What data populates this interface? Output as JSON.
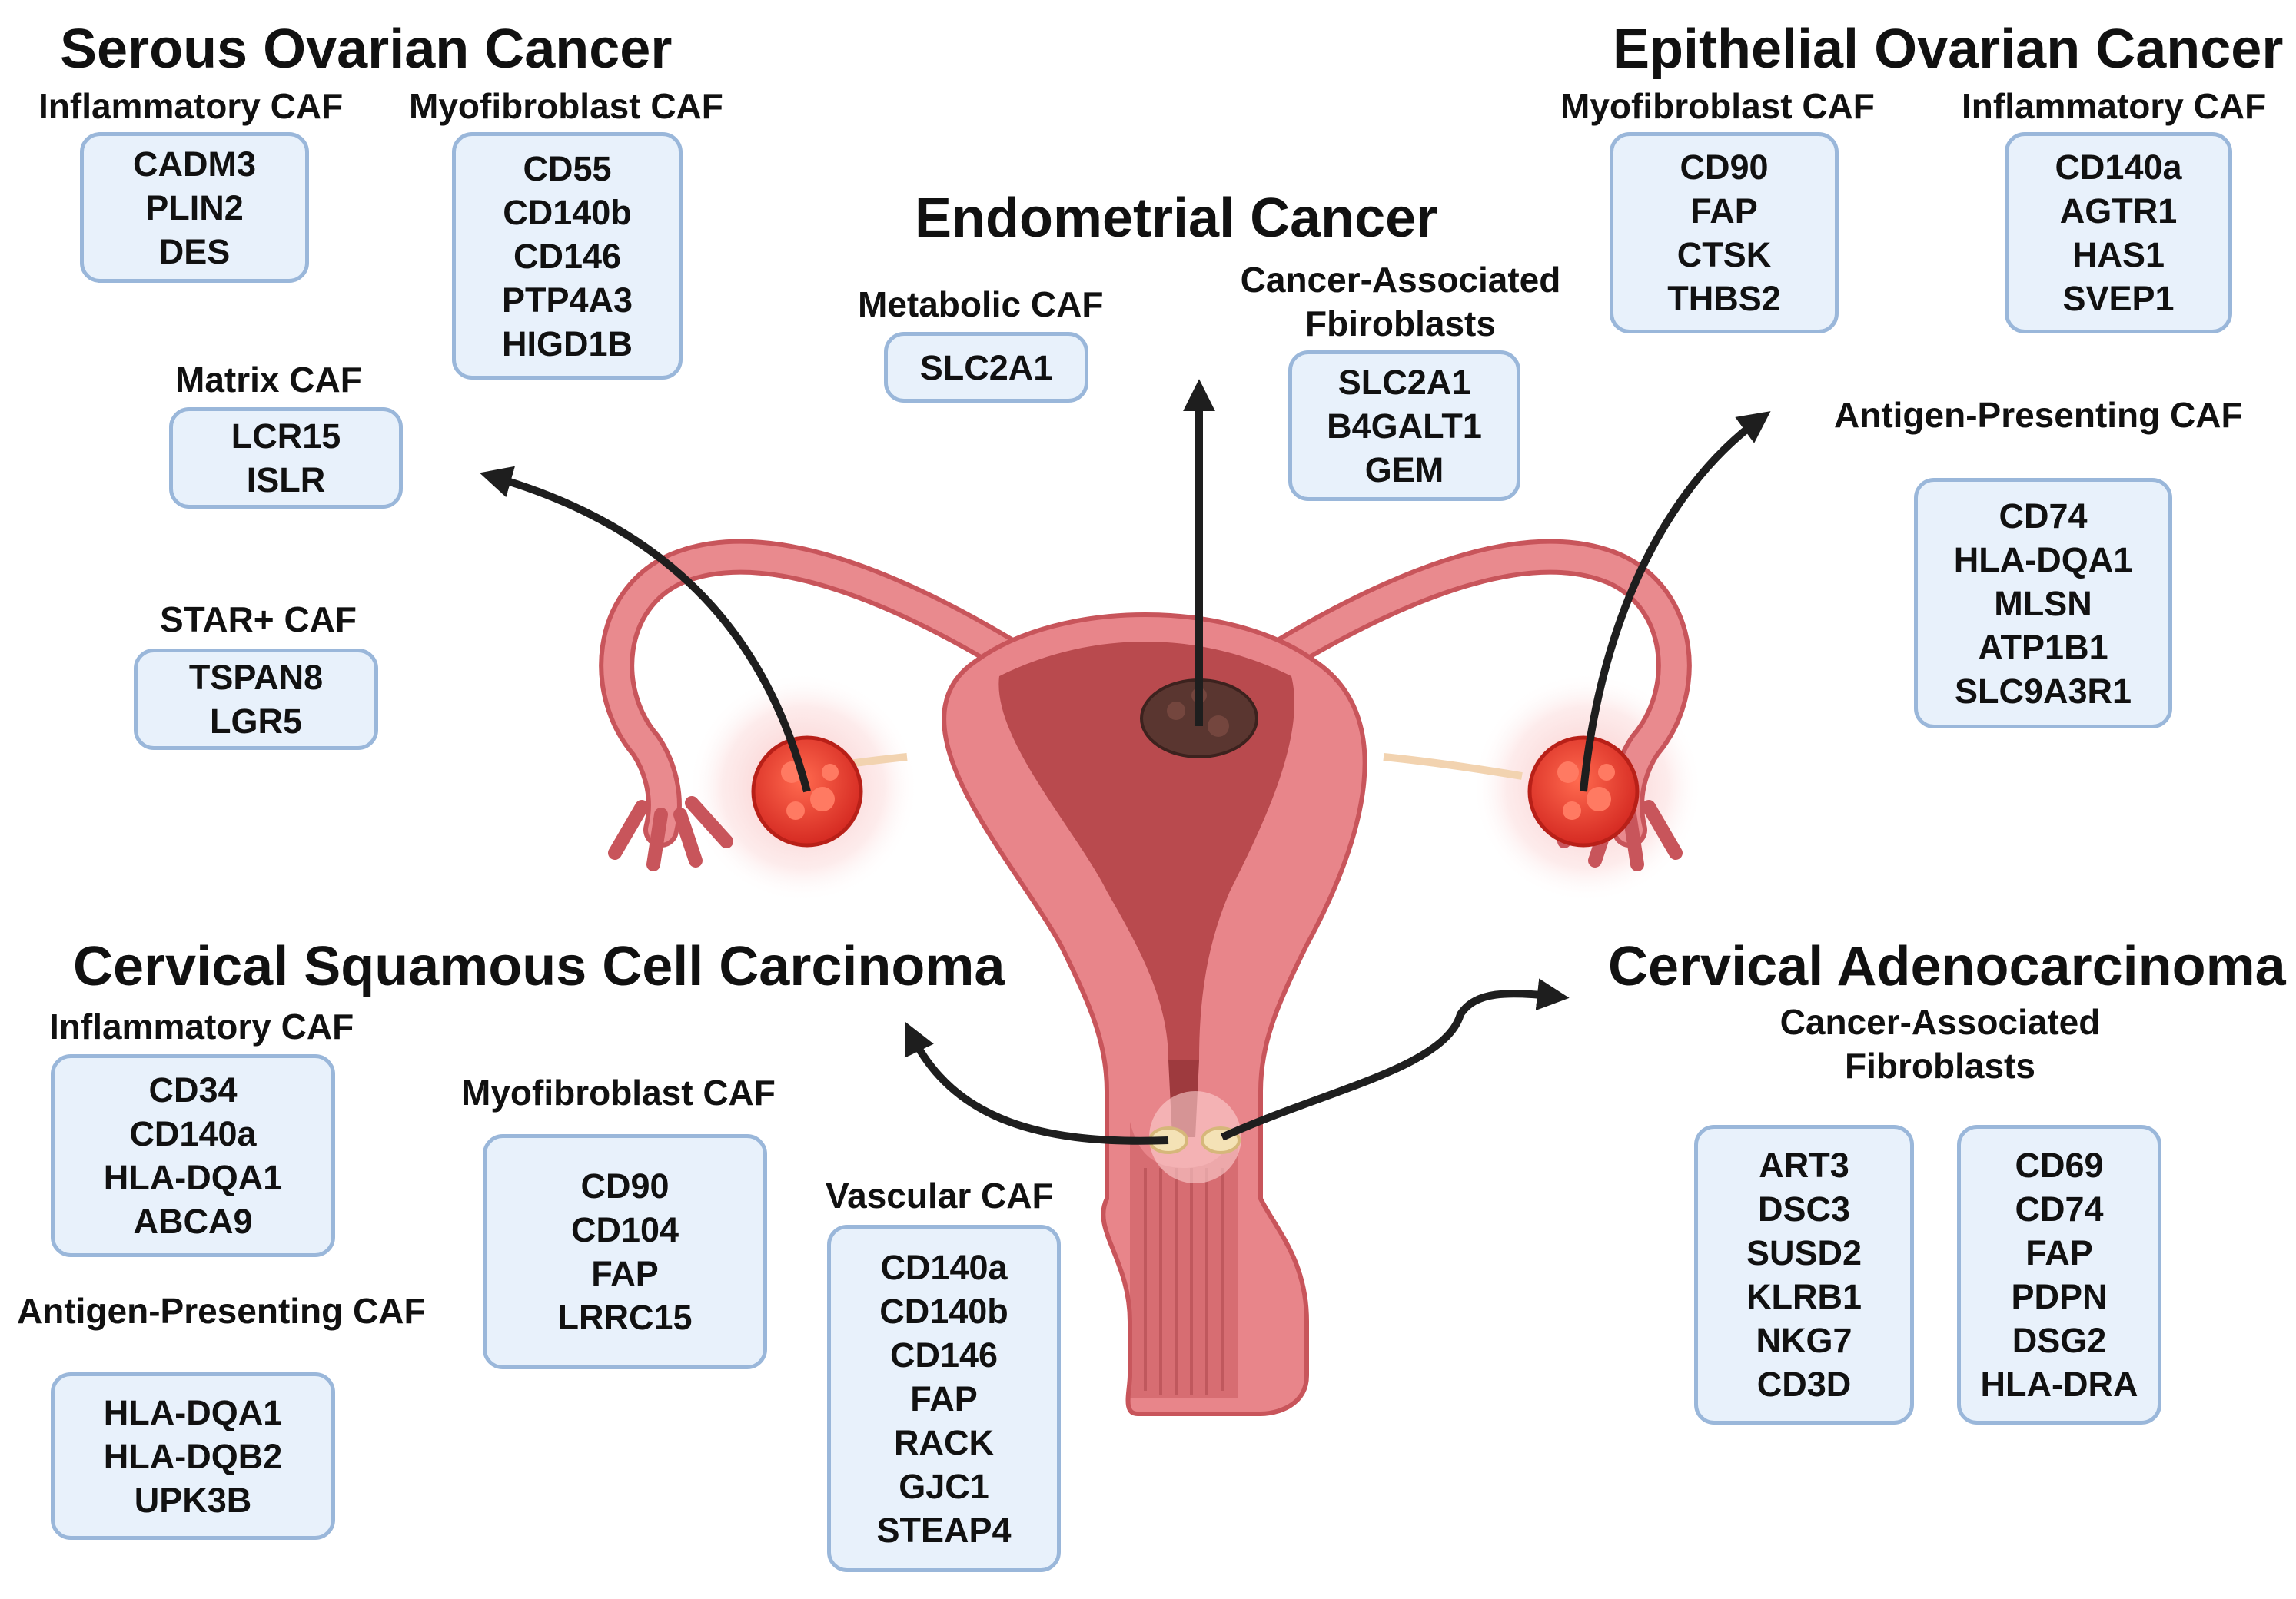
{
  "sections": [
    {
      "title": "Serous Ovarian Cancer",
      "groups": [
        {
          "label": "Inflammatory CAF",
          "markers": [
            "CADM3",
            "PLIN2",
            "DES"
          ]
        },
        {
          "label": "Myofibroblast CAF",
          "markers": [
            "CD55",
            "CD140b",
            "CD146",
            "PTP4A3",
            "HIGD1B"
          ]
        },
        {
          "label": "Matrix CAF",
          "markers": [
            "LCR15",
            "ISLR"
          ]
        },
        {
          "label": "STAR+ CAF",
          "markers": [
            "TSPAN8",
            "LGR5"
          ]
        }
      ]
    },
    {
      "title": "Endometrial Cancer",
      "groups": [
        {
          "label": "Metabolic CAF",
          "markers": [
            "SLC2A1"
          ]
        },
        {
          "label": "Cancer-Associated Fbiroblasts",
          "markers": [
            "SLC2A1",
            "B4GALT1",
            "GEM"
          ]
        }
      ]
    },
    {
      "title": "Epithelial Ovarian Cancer",
      "groups": [
        {
          "label": "Myofibroblast CAF",
          "markers": [
            "CD90",
            "FAP",
            "CTSK",
            "THBS2"
          ]
        },
        {
          "label": "Inflammatory CAF",
          "markers": [
            "CD140a",
            "AGTR1",
            "HAS1",
            "SVEP1"
          ]
        },
        {
          "label": "Antigen-Presenting CAF",
          "markers": [
            "CD74",
            "HLA-DQA1",
            "MLSN",
            "ATP1B1",
            "SLC9A3R1"
          ]
        }
      ]
    },
    {
      "title": "Cervical Squamous Cell Carcinoma",
      "groups": [
        {
          "label": "Inflammatory CAF",
          "markers": [
            "CD34",
            "CD140a",
            "HLA-DQA1",
            "ABCA9"
          ]
        },
        {
          "label": "Myofibroblast CAF",
          "markers": [
            "CD90",
            "CD104",
            "FAP",
            "LRRC15"
          ]
        },
        {
          "label": "Vascular CAF",
          "markers": [
            "CD140a",
            "CD140b",
            "CD146",
            "FAP",
            "RACK",
            "GJC1",
            "STEAP4"
          ]
        },
        {
          "label": "Antigen-Presenting CAF",
          "markers": [
            "HLA-DQA1",
            "HLA-DQB2",
            "UPK3B"
          ]
        }
      ]
    },
    {
      "title": "Cervical Adenocarcinoma",
      "groups": [
        {
          "label": "Cancer-Associated Fibroblasts",
          "markers": [
            "ART3",
            "DSC3",
            "SUSD2",
            "KLRB1",
            "NKG7",
            "CD3D"
          ]
        },
        {
          "label": "",
          "markers": [
            "CD69",
            "CD74",
            "FAP",
            "PDPN",
            "DSG2",
            "HLA-DRA"
          ]
        }
      ]
    }
  ],
  "colors": {
    "box_fill": "#e8f1fb",
    "box_border": "#9ab7da",
    "arrow": "#1e1e1e",
    "uterus_outer": "#e8858a",
    "uterus_cavity": "#b94a4e",
    "tumor": "#e0342b",
    "endometrial_tumor": "#5a3630"
  }
}
